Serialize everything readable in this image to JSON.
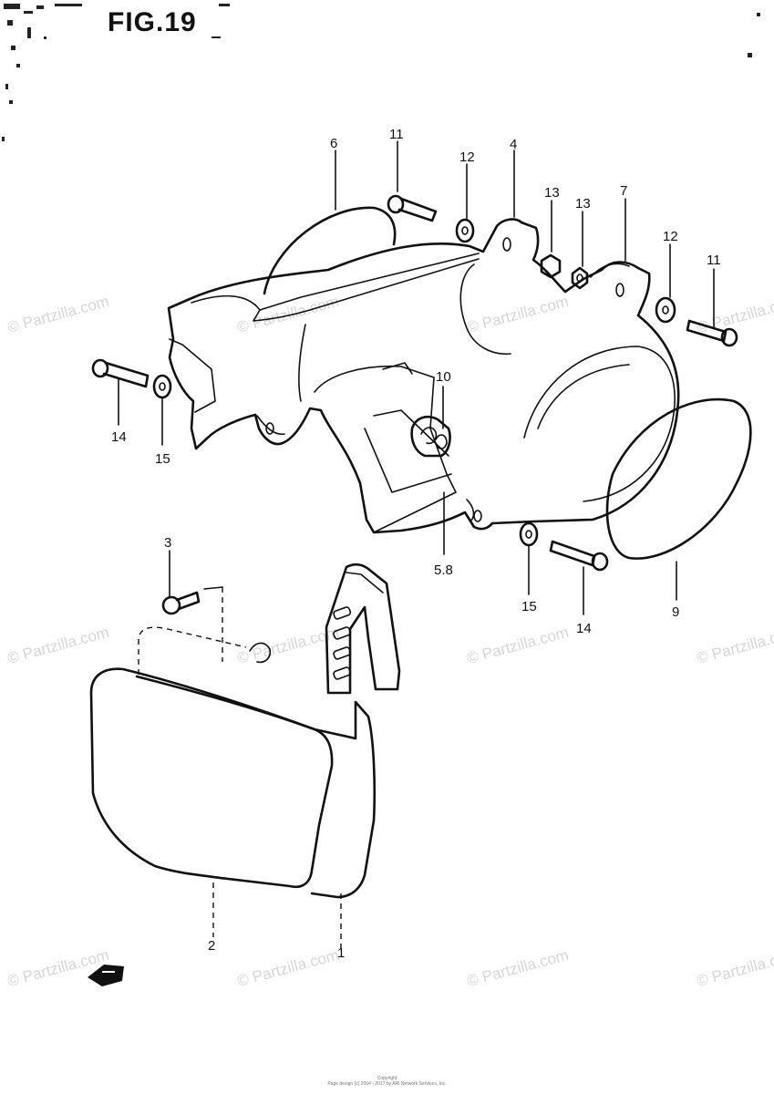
{
  "figure": {
    "title": "FIG.19"
  },
  "callouts": [
    "6",
    "11",
    "12",
    "4",
    "13",
    "13",
    "7",
    "12",
    "11",
    "14",
    "15",
    "10",
    "5.8",
    "15",
    "14",
    "9",
    "3",
    "2",
    "1"
  ],
  "watermark": "© Partzilla.com",
  "footer": {
    "line1": "Copyright",
    "line2": "Page design (c) 2004 - 2017 by ARI Network Services, Inc."
  }
}
